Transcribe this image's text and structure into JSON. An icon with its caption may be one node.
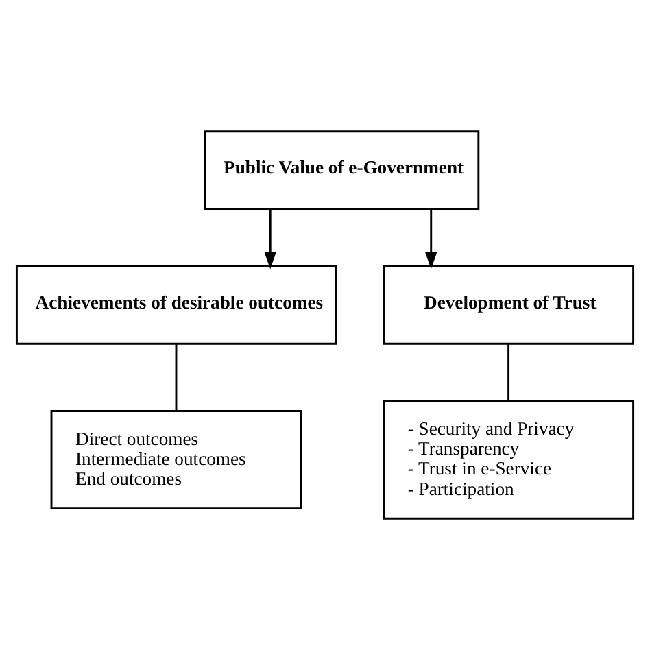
{
  "diagram": {
    "nodes": [
      {
        "text": [
          "Public Value of e-Government"
        ]
      },
      {
        "text": [
          "Achievements of desirable outcomes"
        ]
      },
      {
        "text": [
          "Development of Trust"
        ]
      },
      {
        "text": [
          "Direct outcomes",
          "Intermediate outcomes",
          "End outcomes"
        ]
      },
      {
        "text": [
          "- Security and Privacy",
          "- Transparency",
          "- Trust in e-Service",
          "- Participation"
        ]
      }
    ],
    "edges": [
      {
        "from": 0,
        "to": 1,
        "arrow": "to"
      },
      {
        "from": 0,
        "to": 2,
        "arrow": "to"
      },
      {
        "from": 1,
        "to": 3,
        "arrow": "none"
      },
      {
        "from": 2,
        "to": 4,
        "arrow": "none"
      }
    ]
  }
}
